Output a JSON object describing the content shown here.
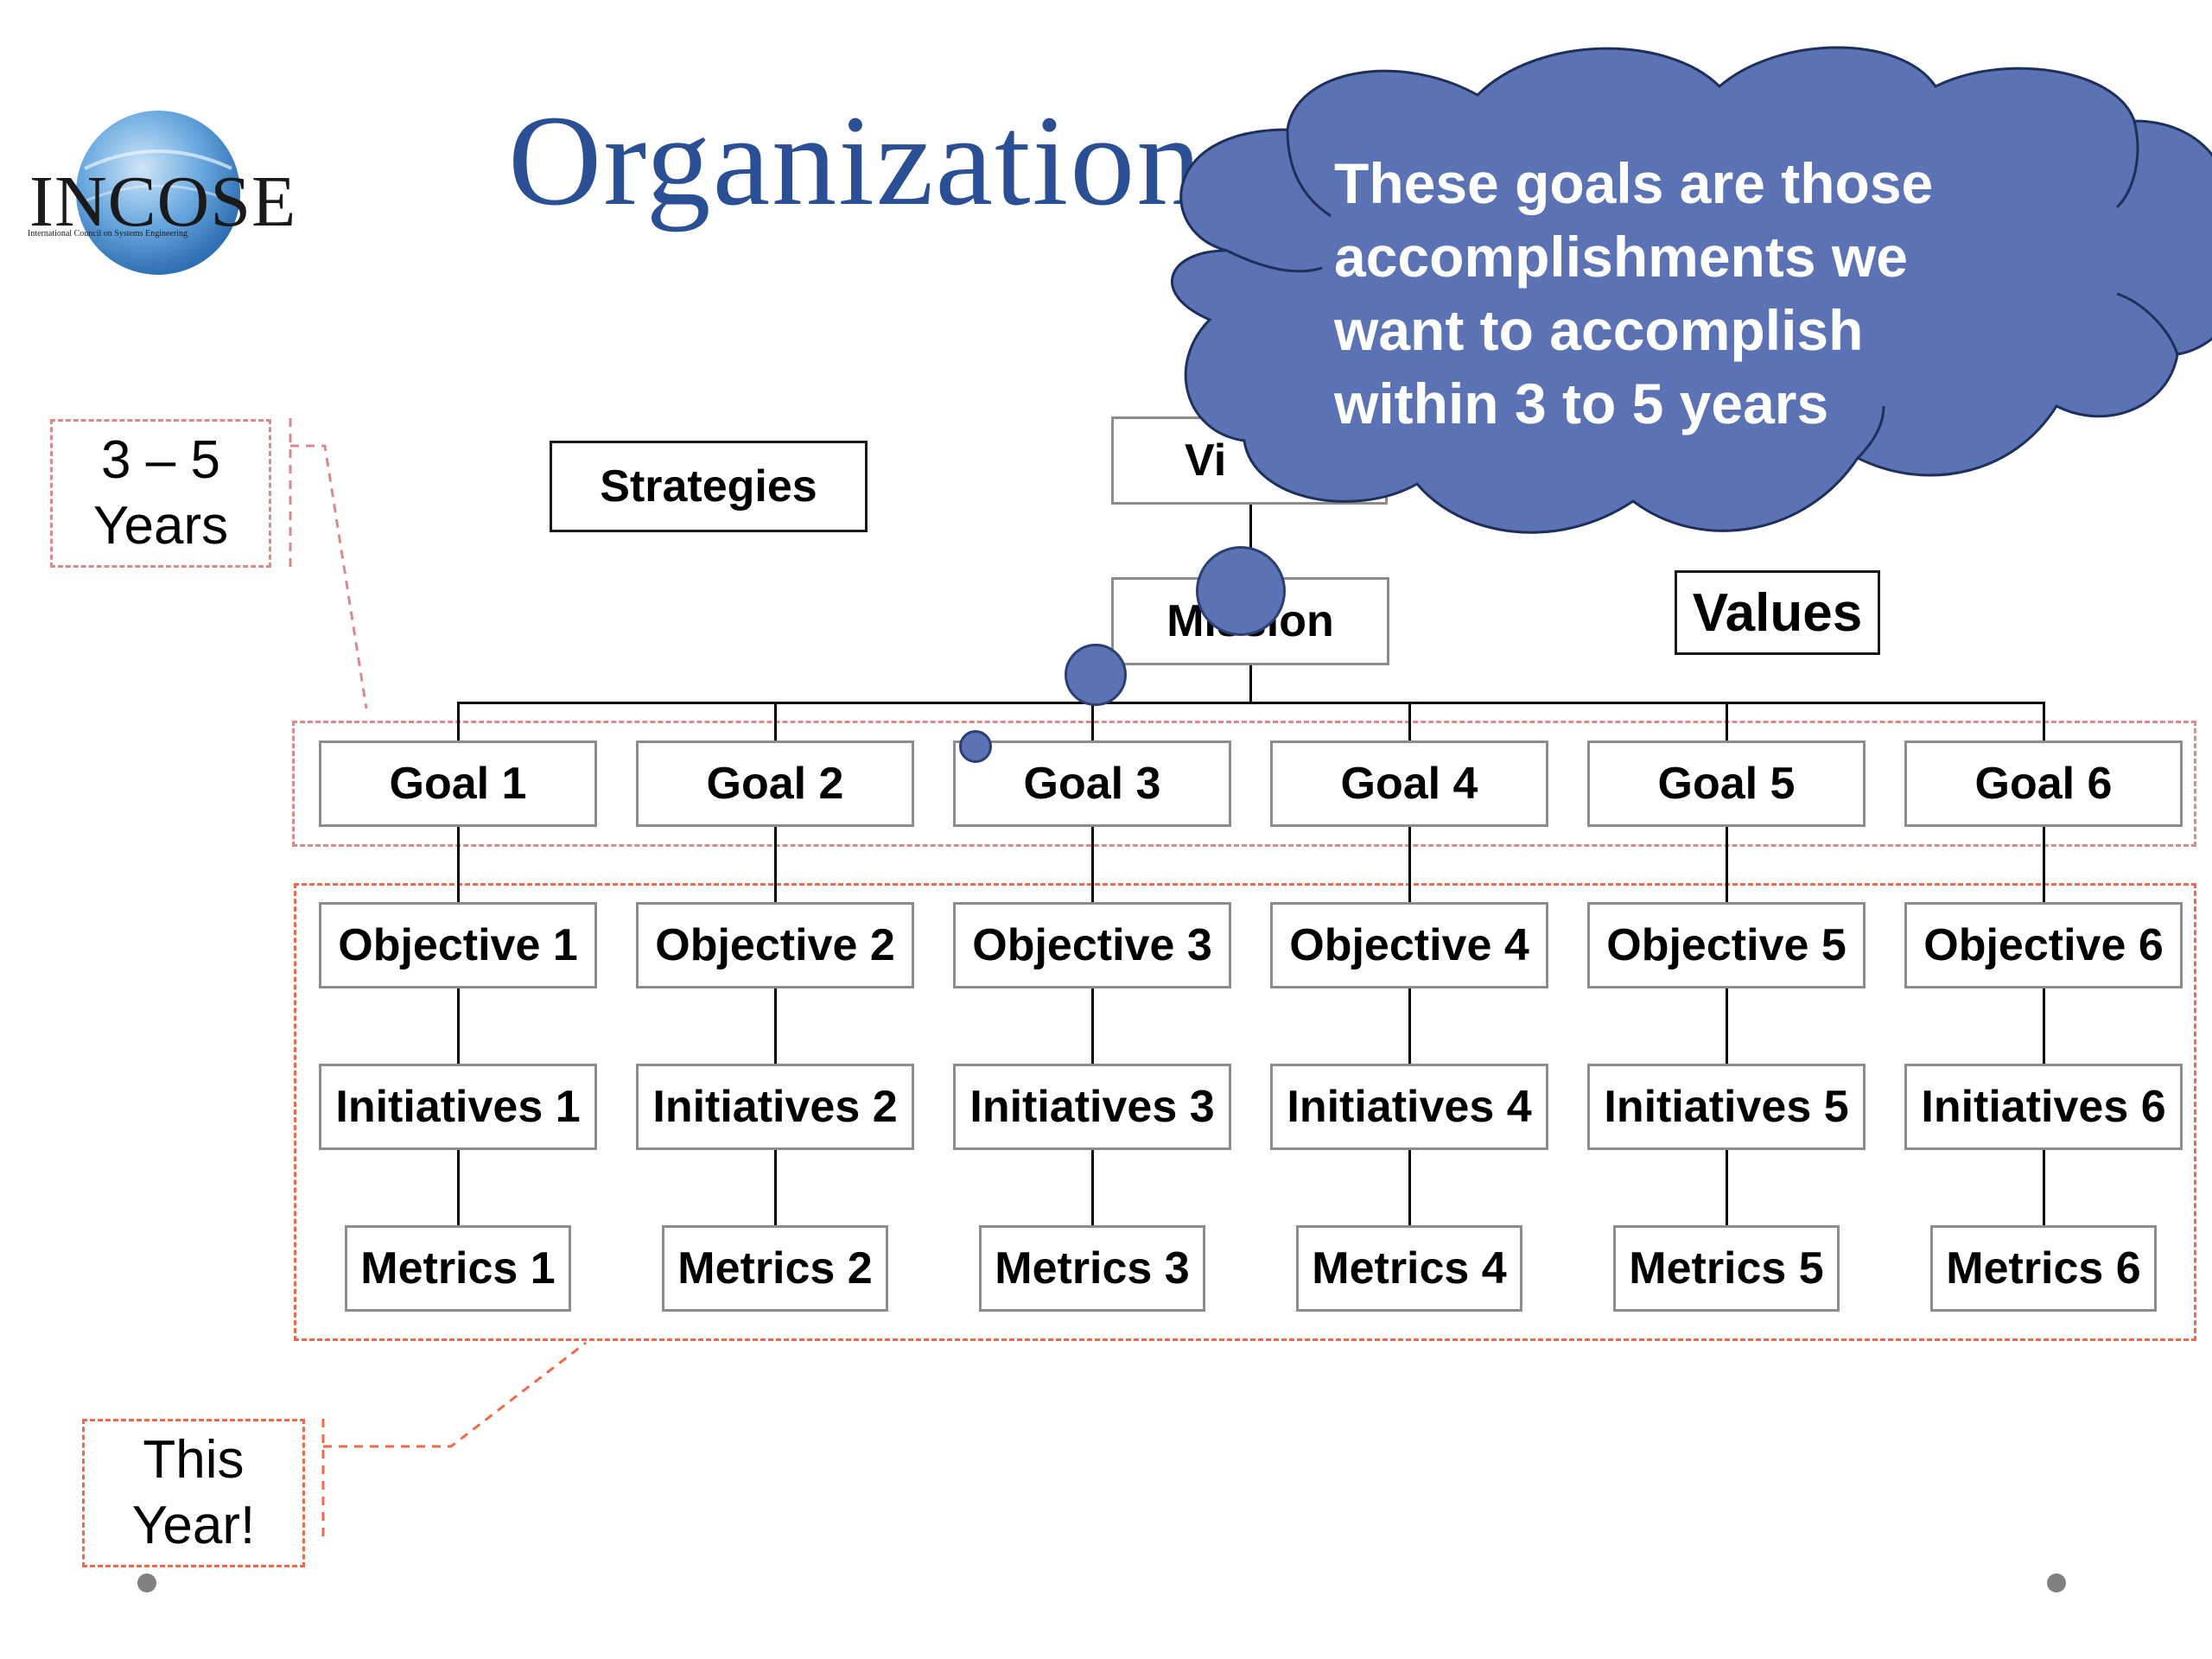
{
  "logo": {
    "text": "INCOSE",
    "subtext": "International Council on Systems Engineering"
  },
  "title": "Organization",
  "top_boxes": {
    "strategies": "Strategies",
    "vision": "Vi",
    "mission": "Mission",
    "values": "Values"
  },
  "callouts": {
    "three_five_years": "3 – 5 Years",
    "this_year": "This Year!"
  },
  "cloud": {
    "lines": [
      "These goals are those",
      "accomplishments we",
      "want to accomplish",
      "within 3 to 5 years"
    ]
  },
  "columns": [
    {
      "goal": "Goal 1",
      "objective": "Objective 1",
      "initiatives": "Initiatives 1",
      "metrics": "Metrics 1"
    },
    {
      "goal": "Goal 2",
      "objective": "Objective 2",
      "initiatives": "Initiatives 2",
      "metrics": "Metrics 2"
    },
    {
      "goal": "Goal 3",
      "objective": "Objective 3",
      "initiatives": "Initiatives 3",
      "metrics": "Metrics 3"
    },
    {
      "goal": "Goal 4",
      "objective": "Objective 4",
      "initiatives": "Initiatives 4",
      "metrics": "Metrics 4"
    },
    {
      "goal": "Goal 5",
      "objective": "Objective 5",
      "initiatives": "Initiatives 5",
      "metrics": "Metrics 5"
    },
    {
      "goal": "Goal 6",
      "objective": "Objective 6",
      "initiatives": "Initiatives 6",
      "metrics": "Metrics 6"
    }
  ],
  "colors": {
    "title": "#2b4f94",
    "cloud_fill": "#5b73b4",
    "callout_border": "#f06a4a",
    "logo_globe": "#4f8fd0"
  }
}
